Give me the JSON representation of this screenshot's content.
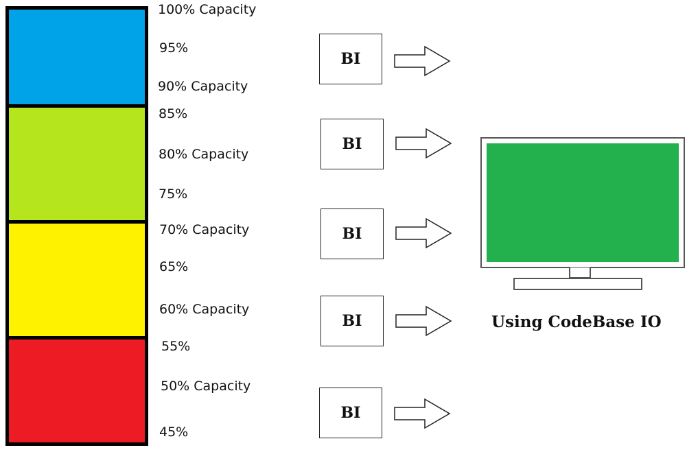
{
  "capacity_bar": {
    "segments": [
      {
        "color": "#00a2e8",
        "name": "blue"
      },
      {
        "color": "#b5e61d",
        "name": "green"
      },
      {
        "color": "#fff200",
        "name": "yellow"
      },
      {
        "color": "#ed1c24",
        "name": "red"
      }
    ],
    "labels": [
      "100% Capacity",
      "95%",
      "90%  Capacity",
      "85%",
      "80%  Capacity",
      "75%",
      "70%  Capacity",
      "65%",
      "60%  Capacity",
      "55%",
      "50%  Capacity",
      "45%"
    ]
  },
  "bi_boxes": [
    "BI",
    "BI",
    "BI",
    "BI",
    "BI"
  ],
  "monitor": {
    "screen_color": "#22b14c",
    "caption": "Using CodeBase IO"
  }
}
